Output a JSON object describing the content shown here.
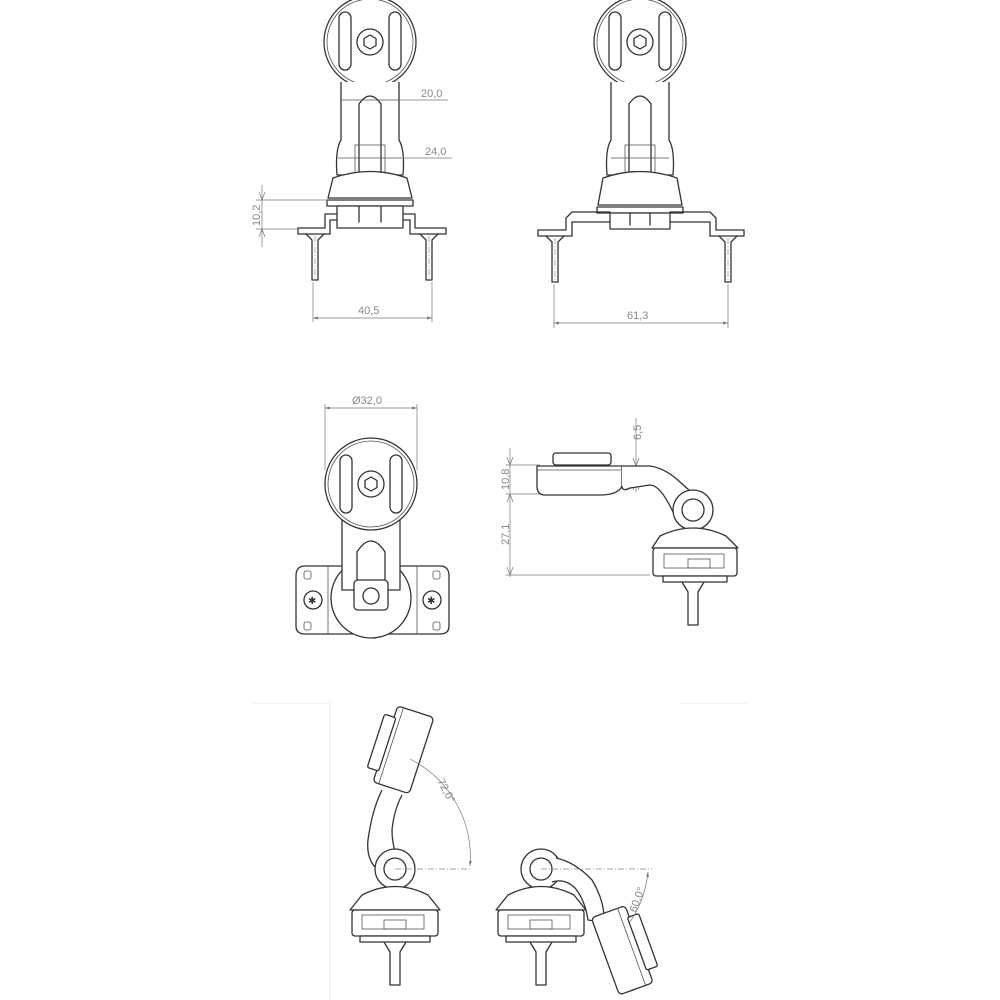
{
  "drawing": {
    "title": "Technical dimension drawing of stem-cap phone mount",
    "units": "mm",
    "views": [
      {
        "id": "front-narrow",
        "dimensions": {
          "arm_upper_width": "20,0",
          "arm_lower_width": "24,0",
          "base_height": "10,2",
          "bolt_spacing": "40,5"
        }
      },
      {
        "id": "front-wide",
        "dimensions": {
          "bolt_spacing": "61,3"
        }
      },
      {
        "id": "top",
        "dimensions": {
          "head_diameter": "Ø32,0"
        }
      },
      {
        "id": "side",
        "dimensions": {
          "arm_offset": "6,5",
          "head_thickness": "10,8",
          "head_to_base": "27,1"
        }
      },
      {
        "id": "tilt-up",
        "dimensions": {
          "tilt_angle": "72,0°"
        }
      },
      {
        "id": "tilt-down",
        "dimensions": {
          "tilt_angle": "60,0°"
        }
      }
    ]
  },
  "labels": {
    "d_20": "20,0",
    "d_24": "24,0",
    "d_10_2": "10,2",
    "d_40_5": "40,5",
    "d_61_3": "61,3",
    "d_32": "Ø32,0",
    "d_6_5": "6,5",
    "d_10_8": "10,8",
    "d_27_1": "27,1",
    "a_72": "72,0°",
    "a_60": "60,0°"
  }
}
